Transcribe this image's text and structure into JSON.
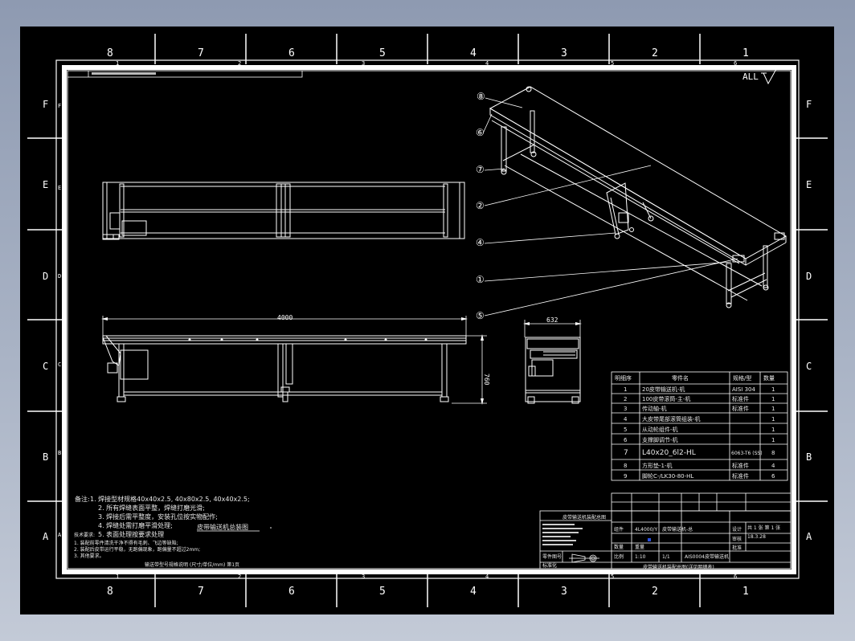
{
  "frame": {
    "col_numbers_top": [
      "8",
      "7",
      "6",
      "5",
      "4",
      "3",
      "2",
      "1"
    ],
    "col_numbers_bottom": [
      "8",
      "7",
      "6",
      "5",
      "4",
      "3",
      "2",
      "1"
    ],
    "small_numbers": [
      "1",
      "2",
      "3",
      "4",
      "5",
      "6"
    ],
    "row_letters": [
      "F",
      "E",
      "D",
      "C",
      "B",
      "A"
    ],
    "inner_row_letters": [
      "F",
      "E",
      "D",
      "C",
      "B",
      "A"
    ]
  },
  "surface_finish": "ALL",
  "dimensions": {
    "overall_length": "4000",
    "height": "760",
    "width": "632"
  },
  "balloons": [
    "⑧",
    "⑥",
    "⑦",
    "②",
    "④",
    "①",
    "⑤"
  ],
  "bom": {
    "headers": [
      "明细序",
      "零件名",
      "规格/型",
      "数量"
    ],
    "rows": [
      {
        "no": "1",
        "name": "20皮带输送机-机",
        "spec": "AISI 304",
        "qty": "1"
      },
      {
        "no": "2",
        "name": "100皮带滚筒-主-机",
        "spec": "标准件",
        "qty": "1"
      },
      {
        "no": "3",
        "name": "传动轴-机",
        "spec": "标准件",
        "qty": "1"
      },
      {
        "no": "4",
        "name": "大皮带尾部滚筒组装-机",
        "spec": "",
        "qty": "1"
      },
      {
        "no": "5",
        "name": "从动轮组件-机",
        "spec": "",
        "qty": "1"
      },
      {
        "no": "6",
        "name": "支撑脚调节-机",
        "spec": "",
        "qty": "1"
      },
      {
        "no": "7",
        "name": "L40x20_6l2-HL",
        "spec": "6063-T6 (SS)",
        "qty": "8"
      },
      {
        "no": "8",
        "name": "方形垫-1-机",
        "spec": "标准件",
        "qty": "4"
      },
      {
        "no": "9",
        "name": "脚轮C-/LK30-80-HL",
        "spec": "标准件",
        "qty": "6"
      }
    ]
  },
  "notes": {
    "header": "备注:",
    "lines": [
      "1. 焊接型材规格40x40x2.5, 40x80x2.5, 40x40x2.5;",
      "2. 所有焊缝表面平整，焊缝打磨光滑;",
      "3. 焊接后需平整度，安装孔位按实物配作;",
      "4. 焊缝处需打磨平滑处理;",
      "5. 表面处理按要求处理"
    ],
    "tech_header": "技术要求:",
    "tech_lines": [
      "1. 装配前零件清洗干净不得有毛刺、飞边等缺陷;",
      "2. 装配后皮带运行平稳，无跑偏现象，跑偏量不超过2mm;",
      "3. 其他要求。"
    ],
    "center_label": "皮带输送机总装图",
    "bottom_line": "输送带型号规格说明    (尺寸/单位/mm)    第1页"
  },
  "title_block": {
    "company": "皮带输送机装配总图",
    "material": "组件",
    "model": "4L4000/Y",
    "drawing_name": "皮带输送机-总",
    "date": "18.3.28",
    "designer": "设计",
    "checker": "审核",
    "approver": "批准",
    "scale_label": "比例",
    "scale": "1:10",
    "sheet": "1/1",
    "weight_label": "重量",
    "title": "AIS0004皮带输送机",
    "quantity_label": "数量",
    "part_label": "零件图号",
    "standard": "标准化",
    "pages": "共 1 张 第 1 张",
    "footer": "皮带输送机装配总图(详见明细表)"
  },
  "colors": {
    "background": "#000000",
    "lines": "#ffffff",
    "chrome_top": "#8e9ab1",
    "chrome_bottom": "#c3cad7",
    "accent_blue": "#2a4fe0"
  }
}
